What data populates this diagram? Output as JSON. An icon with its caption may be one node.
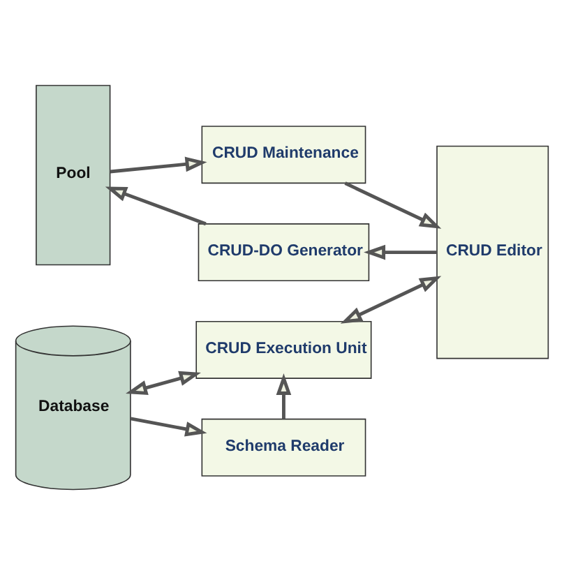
{
  "diagram": {
    "nodes": [
      {
        "text": [
          "Pool"
        ]
      },
      {
        "text": [
          "CRUD Maintenance"
        ]
      },
      {
        "text": [
          "CRUD-DO Generator"
        ]
      },
      {
        "text": [
          "CRUD Editor"
        ]
      },
      {
        "text": [
          "Database"
        ]
      },
      {
        "text": [
          "CRUD Execution Unit"
        ]
      },
      {
        "text": [
          "Schema Reader"
        ]
      }
    ],
    "edges": [
      {
        "from": 0,
        "to": 1,
        "arrow": "to"
      },
      {
        "from": 1,
        "to": 3,
        "arrow": "to"
      },
      {
        "from": 3,
        "to": 2,
        "arrow": "to"
      },
      {
        "from": 2,
        "to": 0,
        "arrow": "to"
      },
      {
        "from": 3,
        "to": 5,
        "arrow": "both"
      },
      {
        "from": 4,
        "to": 5,
        "arrow": "both"
      },
      {
        "from": 4,
        "to": 6,
        "arrow": "to"
      },
      {
        "from": 6,
        "to": 5,
        "arrow": "to"
      }
    ]
  }
}
